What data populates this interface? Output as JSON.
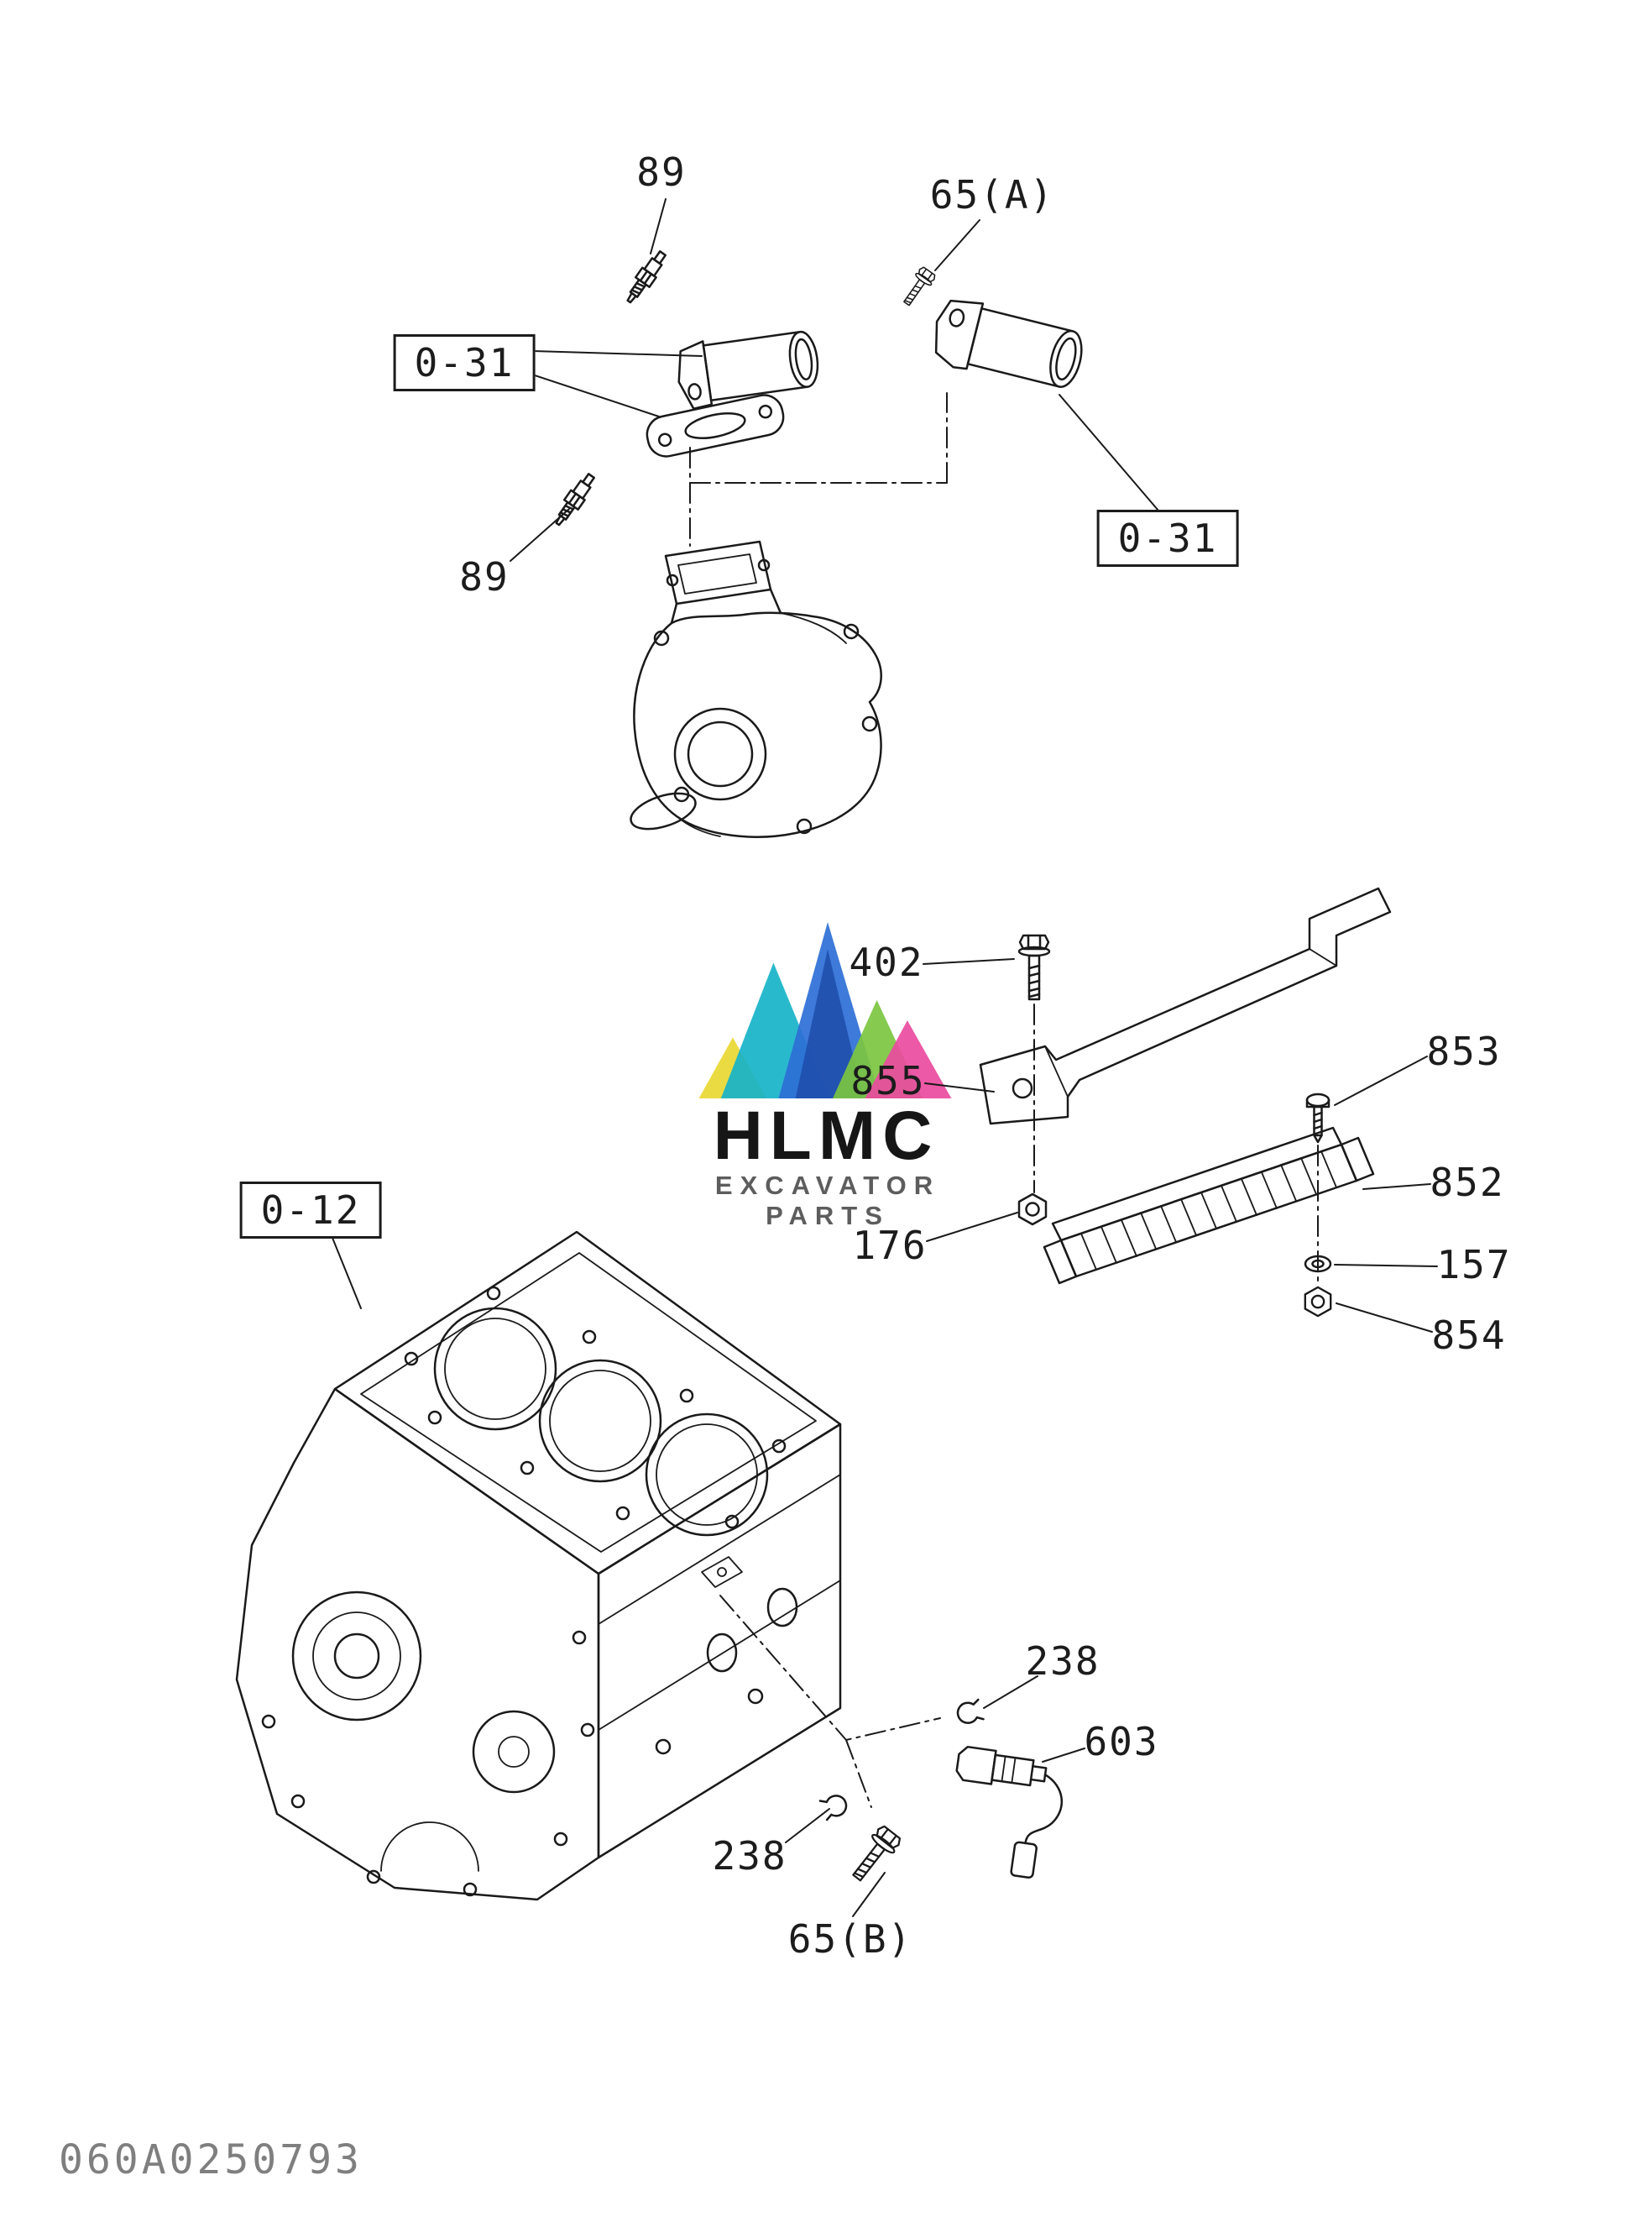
{
  "document": {
    "number": "060A0250793"
  },
  "watermark": {
    "brand": "HLMC",
    "subtitle": "EXCAVATOR PARTS",
    "colors": {
      "yellow": "#e9d832",
      "teal": "#17b3c9",
      "blue": "#2e6fd6",
      "deep_blue": "#1f4fae",
      "green": "#7cc640",
      "magenta": "#ea4b9e"
    }
  },
  "labels": {
    "p89_top": "89",
    "p65a": "65(A)",
    "ref031_left": "0-31",
    "p89_left": "89",
    "ref031_right": "0-31",
    "p402": "402",
    "p855": "855",
    "p176": "176",
    "p853": "853",
    "p852": "852",
    "p157": "157",
    "p854": "854",
    "ref012": "0-12",
    "p238_upper": "238",
    "p603": "603",
    "p238_lower": "238",
    "p65b": "65(B)"
  }
}
